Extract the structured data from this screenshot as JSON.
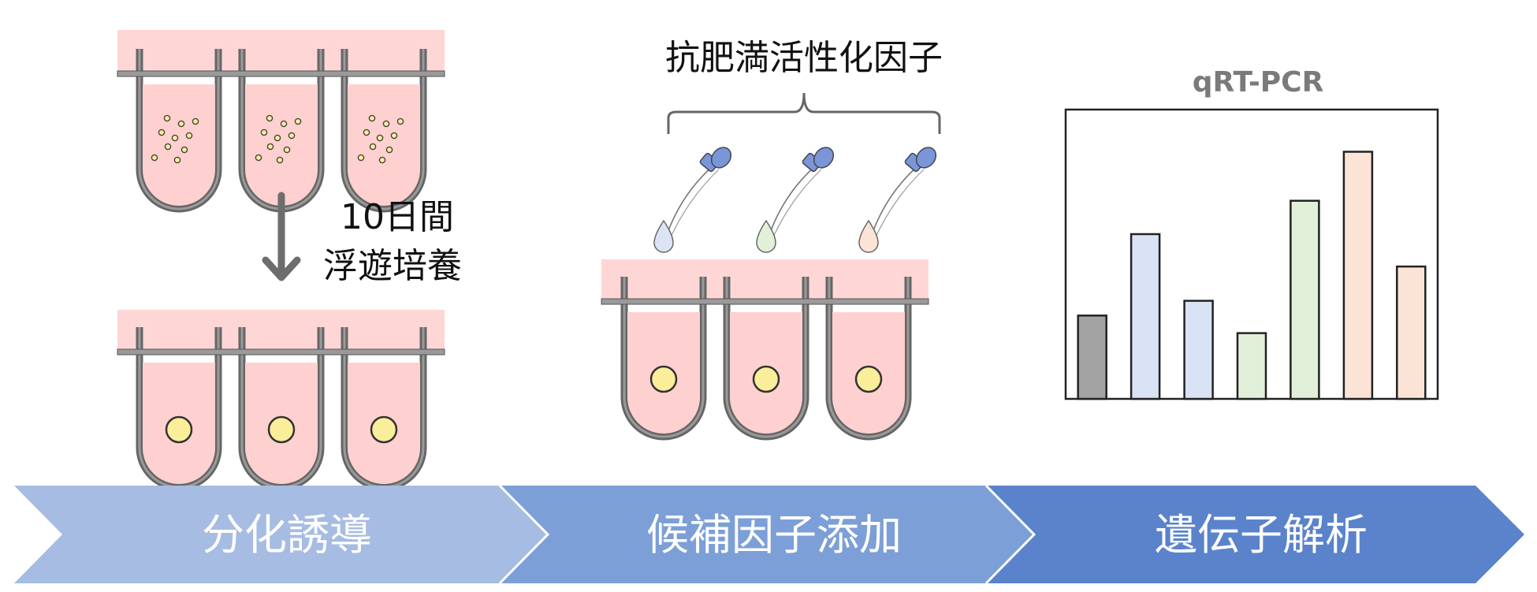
{
  "colors": {
    "medium": "#ffd0d0",
    "medium_band": "#ffd6d6",
    "well_border": "#666666",
    "well_inner": "#9a9a9a",
    "cell": "#fbee9a",
    "arrow": "#6d6d6d",
    "step1": "#a6bce2",
    "step2": "#7d9fd7",
    "step3": "#5a83cb",
    "pipette": "#7a96d6"
  },
  "labels": {
    "culture_line1": "10日間",
    "culture_line2": "浮遊培養",
    "factor_title": "抗肥満活性化因子"
  },
  "chart_data": {
    "type": "bar",
    "title": "qRT-PCR",
    "values": [
      85,
      168,
      100,
      67,
      202,
      252,
      135
    ],
    "colors": [
      "#a3a3a3",
      "#dae3f5",
      "#dae3f5",
      "#e3f0d9",
      "#e3f0d9",
      "#fbe4d6",
      "#fbe4d6"
    ],
    "ylim": [
      0,
      295
    ]
  },
  "steps": [
    {
      "label": "分化誘導"
    },
    {
      "label": "候補因子添加"
    },
    {
      "label": "遺伝子解析"
    }
  ]
}
